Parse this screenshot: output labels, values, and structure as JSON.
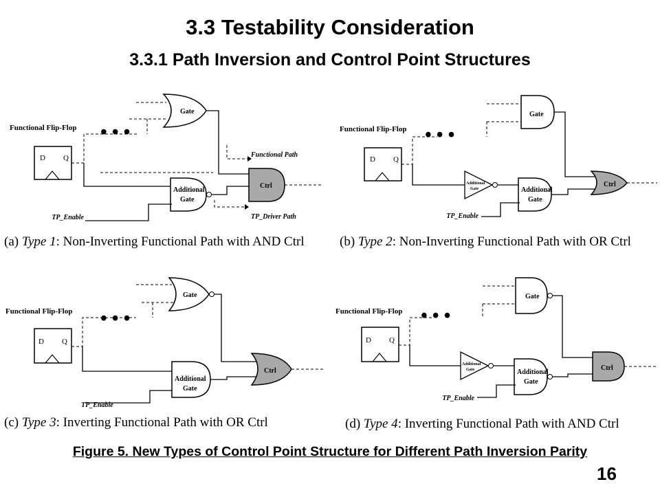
{
  "header": {
    "title": "3.3 Testability Consideration",
    "subtitle": "3.3.1 Path Inversion and Control Point Structures"
  },
  "labels": {
    "flip_flop": "Functional Flip-Flop",
    "d": "D",
    "q": "Q",
    "gate": "Gate",
    "additional": "Additional",
    "gate_word": "Gate",
    "ctrl": "Ctrl",
    "tp_enable": "TP_Enable",
    "functional_path": "Functional Path",
    "tp_driver_path": "TP_Driver Path",
    "ellipsis": "• • •"
  },
  "panels": [
    {
      "letter": "(a) ",
      "type": "Type 1",
      "rest": ": Non-Inverting Functional Path with AND Ctrl"
    },
    {
      "letter": "(b) ",
      "type": "Type 2",
      "rest": ": Non-Inverting Functional Path with OR Ctrl"
    },
    {
      "letter": "(c)  ",
      "type": "Type 3",
      "rest": ": Inverting Functional Path with OR Ctrl"
    },
    {
      "letter": "(d)  ",
      "type": "Type 4",
      "rest": ": Inverting Functional Path with AND Ctrl"
    }
  ],
  "figure_caption": "Figure 5. New Types of Control Point Structure for Different Path Inversion Parity",
  "page_number": "16",
  "colors": {
    "ctrl_fill": "#a9a9a9",
    "line": "#000000"
  }
}
